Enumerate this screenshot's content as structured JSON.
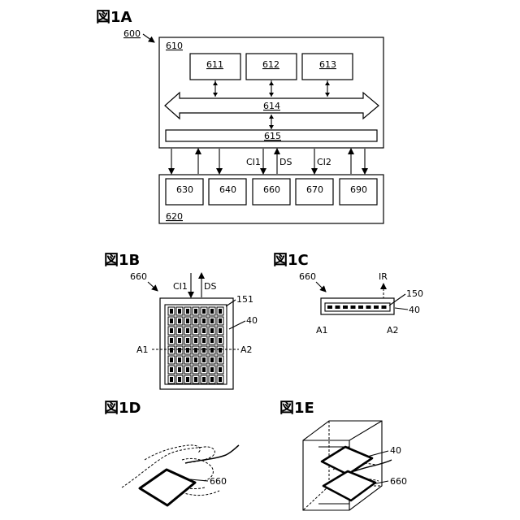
{
  "fig1a": {
    "title": "図1A",
    "ref_device": "600",
    "panel_top": "610",
    "b611": "611",
    "b612": "612",
    "b613": "613",
    "bus614": "614",
    "bar615": "615",
    "sig_ci1": "CI1",
    "sig_ds": "DS",
    "sig_ci2": "CI2",
    "panel_bottom": "620",
    "b630": "630",
    "b640": "640",
    "b660": "660",
    "b670": "670",
    "b690": "690"
  },
  "fig1b": {
    "title": "図1B",
    "ref": "660",
    "sig_ci1": "CI1",
    "sig_ds": "DS",
    "ref151": "151",
    "ref40": "40",
    "a1": "A1",
    "a2": "A2"
  },
  "fig1c": {
    "title": "図1C",
    "ref": "660",
    "ir": "IR",
    "ref150": "150",
    "ref40": "40",
    "a1": "A1",
    "a2": "A2"
  },
  "fig1d": {
    "title": "図1D",
    "ref660": "660"
  },
  "fig1e": {
    "title": "図1E",
    "ref40": "40",
    "ref660": "660"
  }
}
